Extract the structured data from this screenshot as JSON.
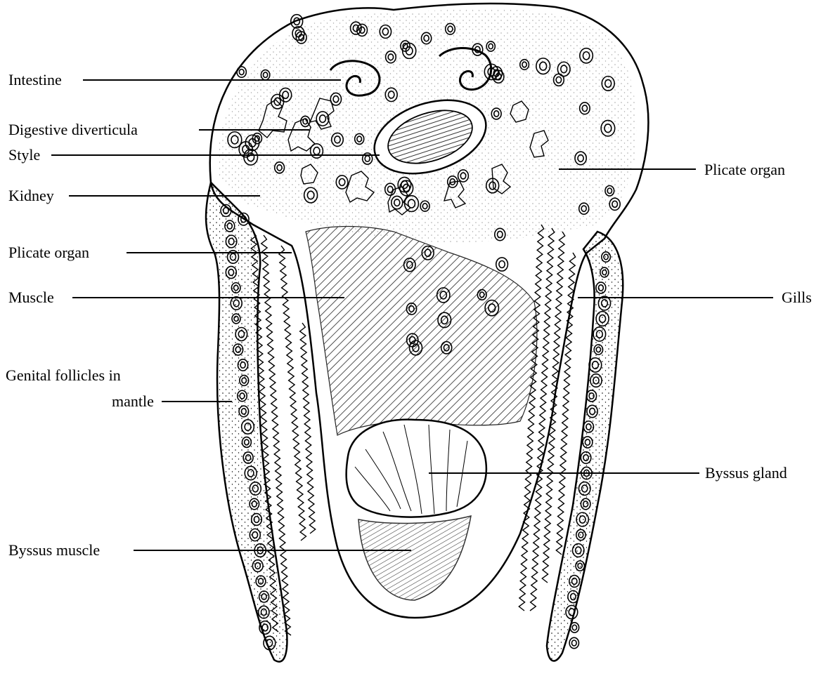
{
  "diagram": {
    "labels_left": [
      {
        "id": "intestine",
        "text": "Intestine"
      },
      {
        "id": "digestive-diverticula",
        "text": "Digestive diverticula"
      },
      {
        "id": "style",
        "text": "Style"
      },
      {
        "id": "kidney",
        "text": "Kidney"
      },
      {
        "id": "plicate-organ-left",
        "text": "Plicate organ"
      },
      {
        "id": "muscle",
        "text": "Muscle"
      },
      {
        "id": "genital-follicles",
        "text": "Genital follicles in",
        "text2": "mantle"
      },
      {
        "id": "byssus-muscle",
        "text": "Byssus muscle"
      }
    ],
    "labels_right": [
      {
        "id": "plicate-organ-right",
        "text": "Plicate organ"
      },
      {
        "id": "gills",
        "text": "Gills"
      },
      {
        "id": "byssus-gland",
        "text": "Byssus gland"
      }
    ],
    "colors": {
      "ink": "#000000",
      "background": "#ffffff"
    }
  }
}
